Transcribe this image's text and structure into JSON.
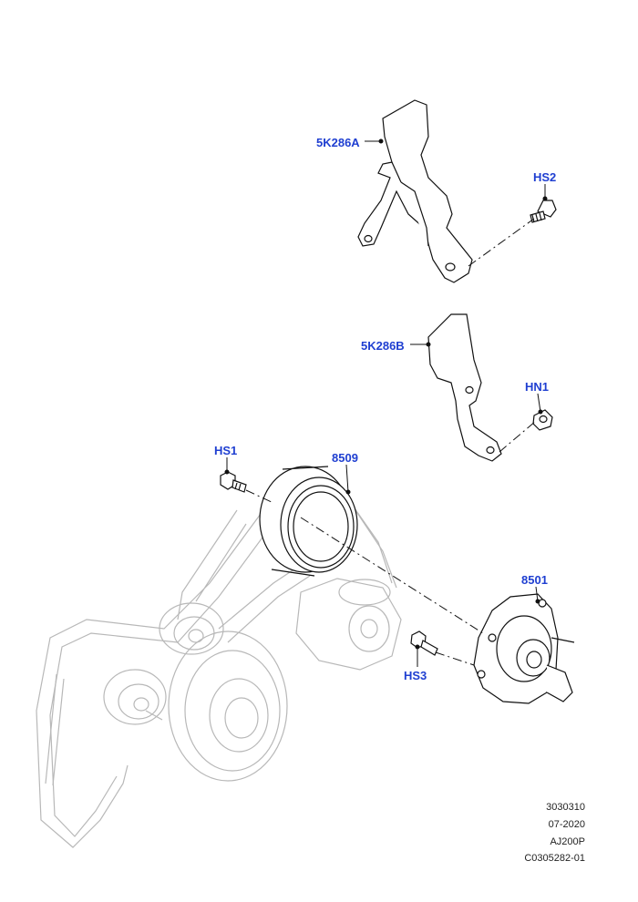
{
  "colors": {
    "callout": "#1f3fd1",
    "line": "#111111",
    "faded": "#b8b8b8"
  },
  "callouts": {
    "bracket_a": "5K286A",
    "bolt_hs2": "HS2",
    "bracket_b": "5K286B",
    "nut_hn1": "HN1",
    "bolt_hs1": "HS1",
    "pulley": "8509",
    "vacuum_pump": "8501",
    "bolt_hs3": "HS3"
  },
  "reference": {
    "line1": "3030310",
    "line2": "07-2020",
    "line3": "AJ200P",
    "line4": "C0305282-01"
  }
}
